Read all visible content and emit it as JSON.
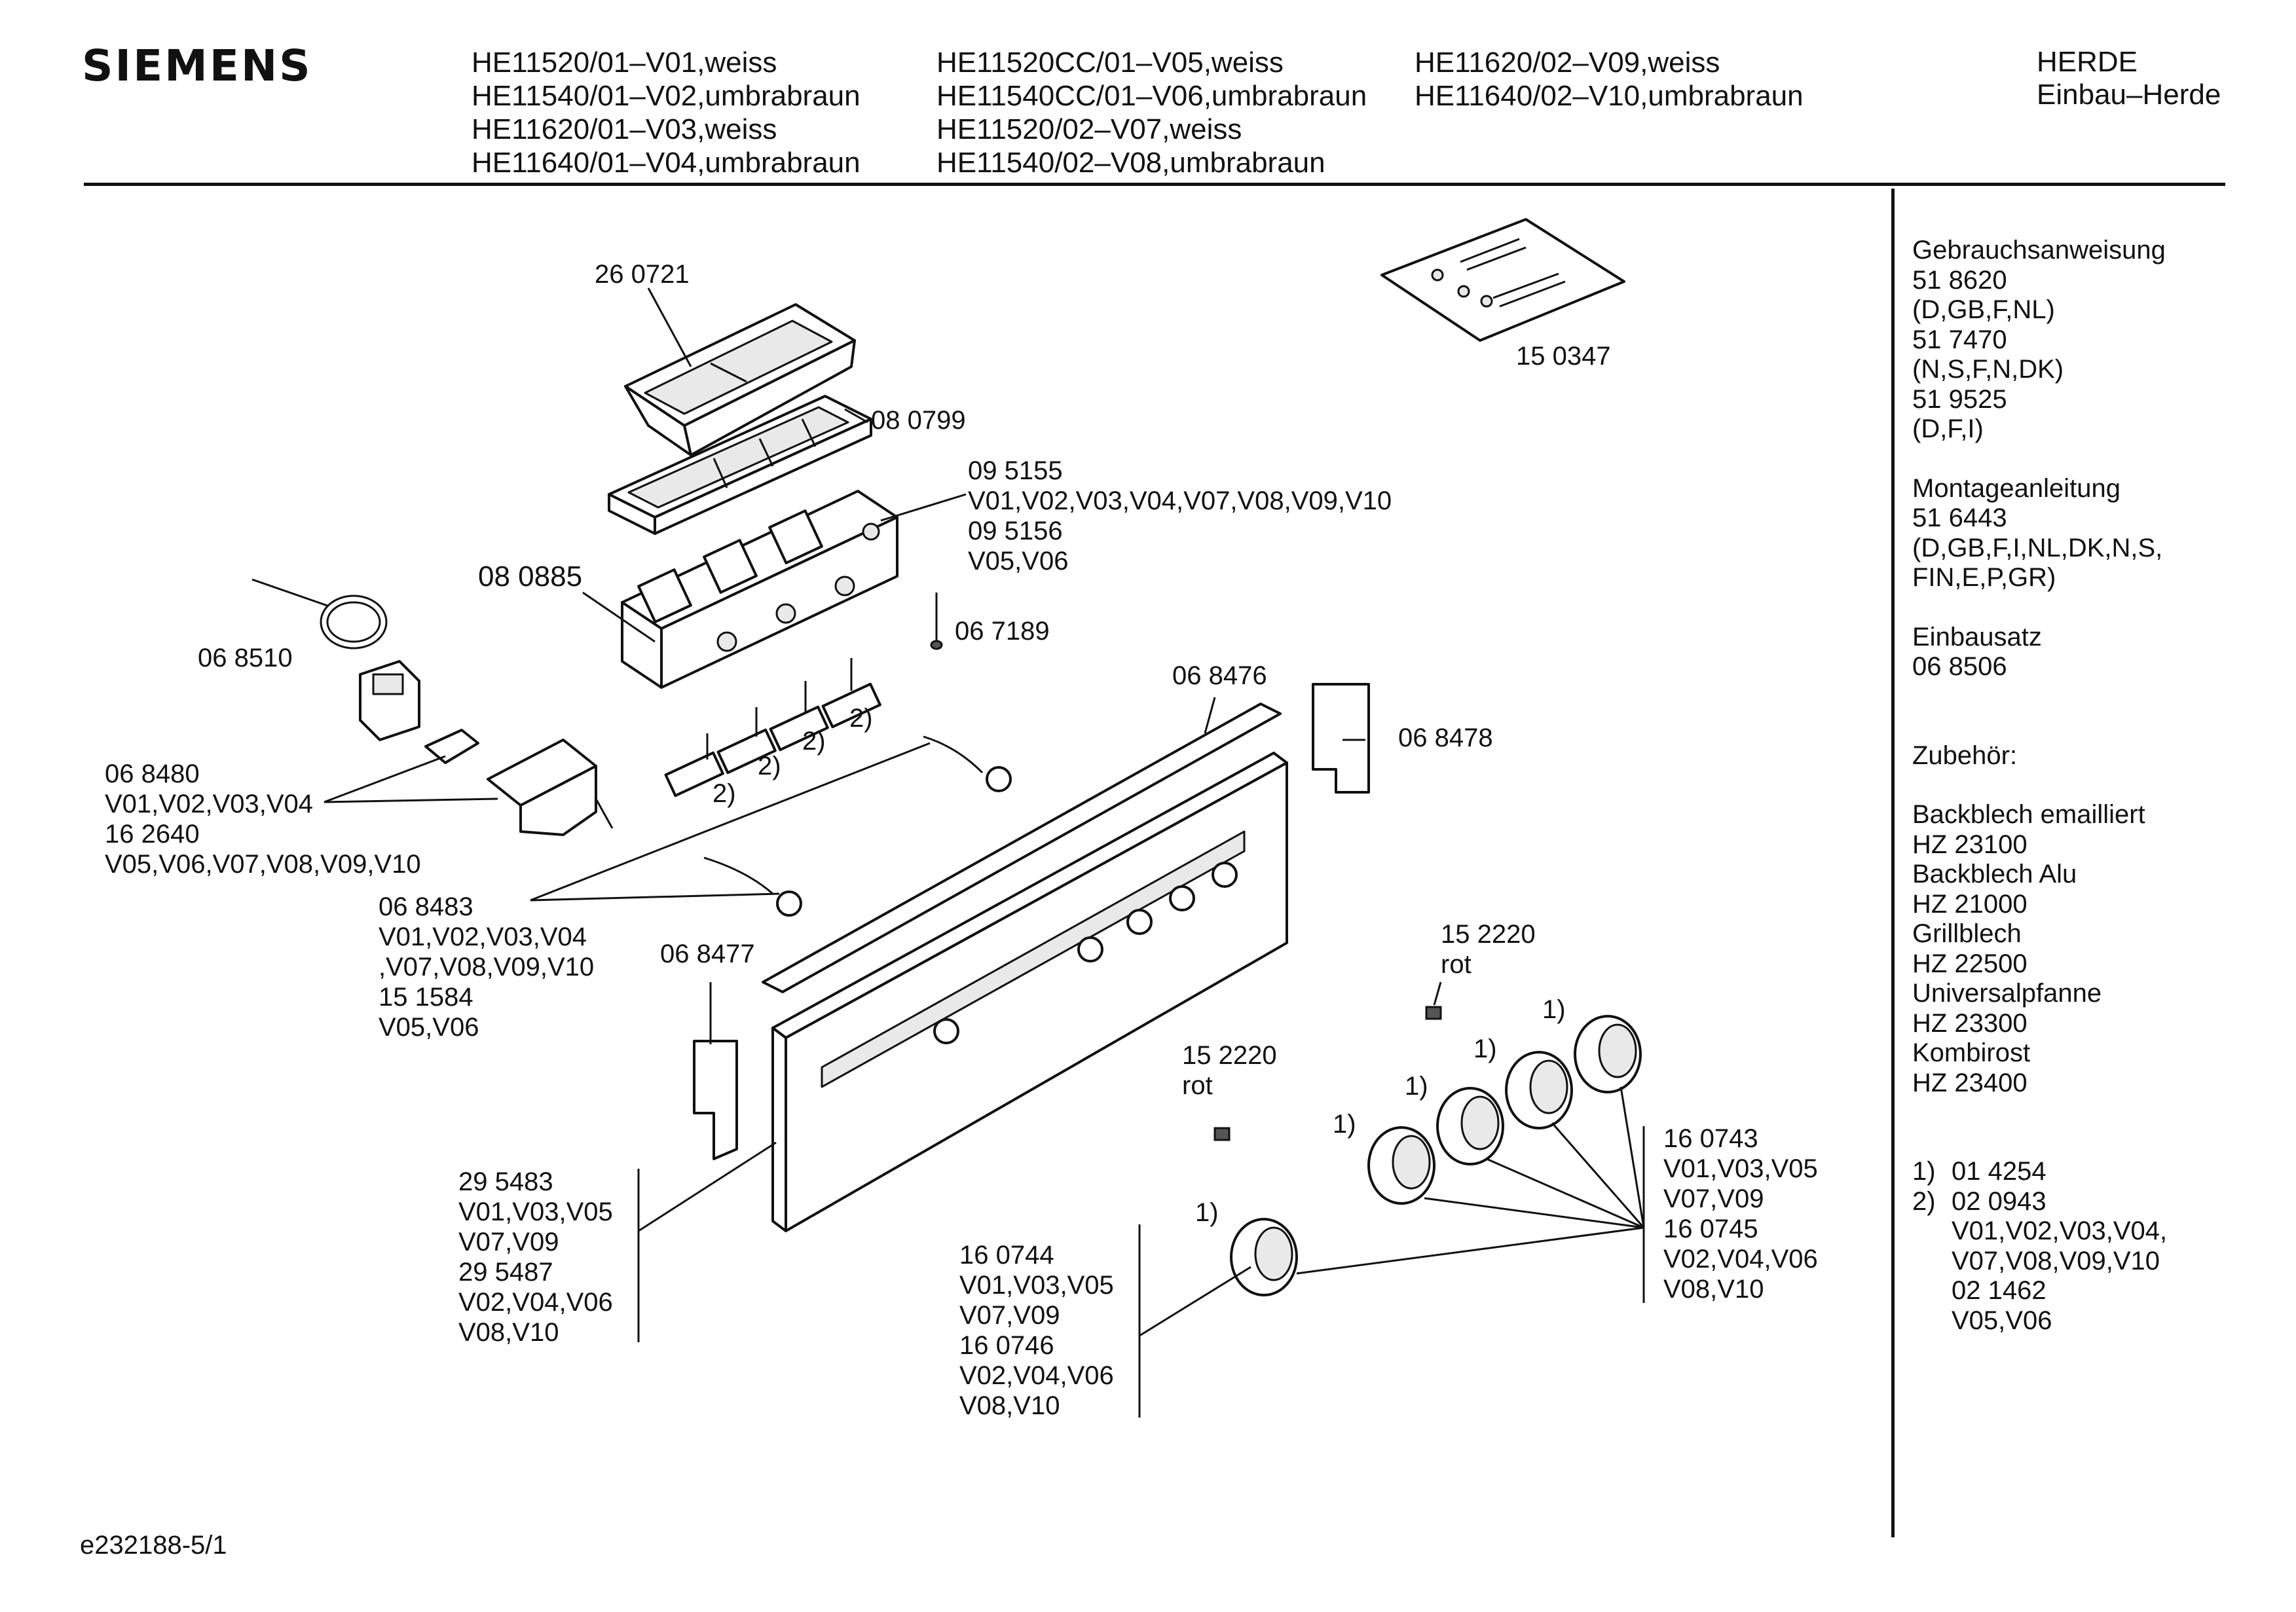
{
  "header": {
    "brand": "SIEMENS",
    "models_col1": [
      "HE11520/01–V01,weiss",
      "HE11540/01–V02,umbrabraun",
      "HE11620/01–V03,weiss",
      "HE11640/01–V04,umbrabraun"
    ],
    "models_col2": [
      "HE11520CC/01–V05,weiss",
      "HE11540CC/01–V06,umbrabraun",
      "HE11520/02–V07,weiss",
      "HE11540/02–V08,umbrabraun"
    ],
    "models_col3": [
      "HE11620/02–V09,weiss",
      "HE11640/02–V10,umbrabraun"
    ],
    "category_line1": "HERDE",
    "category_line2": "Einbau–Herde"
  },
  "sidebar": {
    "manual_title": "Gebrauchsanweisung",
    "manual_1": "51 8620",
    "manual_1_lang": "(D,GB,F,NL)",
    "manual_2": "51 7470",
    "manual_2_lang": "(N,S,F,N,DK)",
    "manual_3": "51 9525",
    "manual_3_lang": "(D,F,I)",
    "install_title": "Montageanleitung",
    "install_1": "51 6443",
    "install_1_lang_a": "(D,GB,F,I,NL,DK,N,S,",
    "install_1_lang_b": "FIN,E,P,GR)",
    "kit_title": "Einbausatz",
    "kit_1": "06 8506",
    "accessories_title": "Zubehör:",
    "acc_1": "Backblech emailliert",
    "acc_1_code": "HZ 23100",
    "acc_2": "Backblech Alu",
    "acc_2_code": "HZ 21000",
    "acc_3": "Grillblech",
    "acc_3_code": "HZ 22500",
    "acc_4": "Universalpfanne",
    "acc_4_code": "HZ 23300",
    "acc_5": "Kombirost",
    "acc_5_code": "HZ 23400",
    "note1_mark": "1)",
    "note1_code": "01 4254",
    "note2_mark": "2)",
    "note2_code": "02 0943",
    "note2_variants_a": "V01,V02,V03,V04,",
    "note2_variants_b": "V07,V08,V09,V10",
    "note2_code_b": "02 1462",
    "note2_variants_c": "V05,V06"
  },
  "labels": {
    "p260721": "26 0721",
    "p150347": "15 0347",
    "p080799": "08 0799",
    "p095155": "09 5155",
    "p095155_v": "V01,V02,V03,V04,V07,V08,V09,V10",
    "p095156": "09 5156",
    "p095156_v": "V05,V06",
    "p080885": "08 0885",
    "p067189": "06 7189",
    "p068510": "06 8510",
    "p068480": "06 8480",
    "p068480_v": "V01,V02,V03,V04",
    "p162640": "16 2640",
    "p162640_v": "V05,V06,V07,V08,V09,V10",
    "note2": "2)",
    "p068476": "06 8476",
    "p068478": "06 8478",
    "p068483": "06 8483",
    "p068483_v1": "V01,V02,V03,V04",
    "p068483_v2": ",V07,V08,V09,V10",
    "p151584": "15 1584",
    "p151584_v": "V05,V06",
    "p068477": "06 8477",
    "p152220": "15 2220",
    "rot": "rot",
    "note1": "1)",
    "p295483": "29 5483",
    "p295483_v1": "V01,V03,V05",
    "p295483_v2": "V07,V09",
    "p295487": "29 5487",
    "p295487_v1": "V02,V04,V06",
    "p295487_v2": "V08,V10",
    "p160744": "16 0744",
    "p160744_v1": "V01,V03,V05",
    "p160744_v2": "V07,V09",
    "p160746": "16 0746",
    "p160746_v1": "V02,V04,V06",
    "p160746_v2": "V08,V10",
    "p160743": "16 0743",
    "p160743_v1": "V01,V03,V05",
    "p160743_v2": "V07,V09",
    "p160745": "16 0745",
    "p160745_v1": "V02,V04,V06",
    "p160745_v2": "V08,V10"
  },
  "footer": {
    "drawing_id": "e232188-5/1"
  }
}
